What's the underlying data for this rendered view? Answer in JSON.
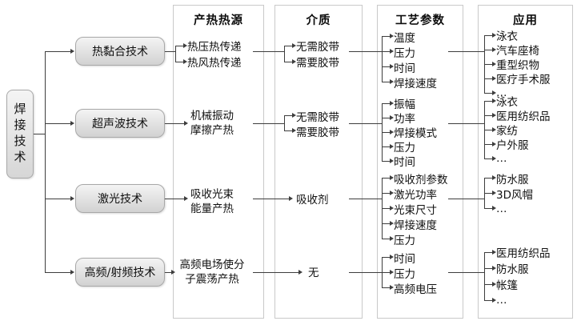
{
  "diagram": {
    "root_label": "焊接技术",
    "column_headers": [
      "产热热源",
      "介质",
      "工艺参数",
      "应用"
    ],
    "branches": [
      {
        "label": "热黏合技术",
        "heat_source": {
          "items": [
            "热压热传递",
            "热风热传递"
          ]
        },
        "medium": {
          "items": [
            "无需胶带",
            "需要胶带"
          ]
        },
        "parameters": {
          "items": [
            "温度",
            "压力",
            "时间",
            "焊接速度"
          ]
        },
        "applications": {
          "items": [
            "泳衣",
            "汽车座椅",
            "重型织物",
            "医疗手术服",
            "…"
          ]
        }
      },
      {
        "label": "超声波技术",
        "heat_source": {
          "lines": [
            "机械振动",
            "摩擦产热"
          ]
        },
        "medium": {
          "items": [
            "无需胶带",
            "需要胶带"
          ]
        },
        "parameters": {
          "items": [
            "振幅",
            "功率",
            "焊接模式",
            "压力",
            "时间"
          ]
        },
        "applications": {
          "items": [
            "泳衣",
            "医用纺织品",
            "家纺",
            "户外服",
            "…"
          ]
        }
      },
      {
        "label": "激光技术",
        "heat_source": {
          "lines": [
            "吸收光束",
            "能量产热"
          ]
        },
        "medium": {
          "lines": [
            "吸收剂"
          ]
        },
        "parameters": {
          "items": [
            "吸收剂参数",
            "激光功率",
            "光束尺寸",
            "焊接速度",
            "压力"
          ]
        },
        "applications": {
          "items": [
            "防水服",
            "3D风帽",
            "…"
          ]
        }
      },
      {
        "label": "高频/射频技术",
        "heat_source": {
          "lines": [
            "高频电场使分",
            "子震荡产热"
          ]
        },
        "medium": {
          "lines": [
            "无"
          ]
        },
        "parameters": {
          "items": [
            "时间",
            "压力",
            "高频电压"
          ]
        },
        "applications": {
          "items": [
            "医用纺织品",
            "防水服",
            "帐篷",
            "…"
          ]
        }
      }
    ],
    "colors": {
      "line": "#3d3d3d",
      "box_border": "#a8a8a8",
      "box_fill_top": "#f4f4f4",
      "box_fill_bottom": "#d2d2d2",
      "column_border": "#c9c9c9",
      "text": "#111111"
    }
  }
}
